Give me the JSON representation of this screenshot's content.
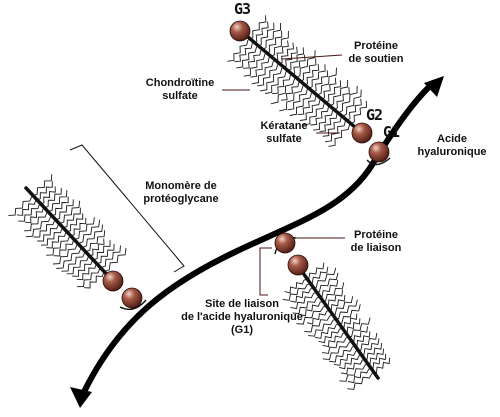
{
  "diagram": {
    "labels": {
      "g3": "G3",
      "g2": "G2",
      "g1": "G1",
      "proteine_soutien_l1": "Protéine",
      "proteine_soutien_l2": "de soutien",
      "chondroitine_l1": "Chondroïtine",
      "chondroitine_l2": "sulfate",
      "keratane_l1": "Kératane",
      "keratane_l2": "sulfate",
      "acide_l1": "Acide",
      "acide_l2": "hyaluronique",
      "monomere_l1": "Monomère de",
      "monomere_l2": "protéoglycane",
      "liaison_l1": "Protéine",
      "liaison_l2": "de liaison",
      "site_l1": "Site de liaison",
      "site_l2": "de l'acide hyaluronique",
      "site_l3": "(G1)"
    },
    "colors": {
      "ball": "#7a3326",
      "ball_highlight": "#e8c2b4",
      "ink": "#111111"
    }
  }
}
